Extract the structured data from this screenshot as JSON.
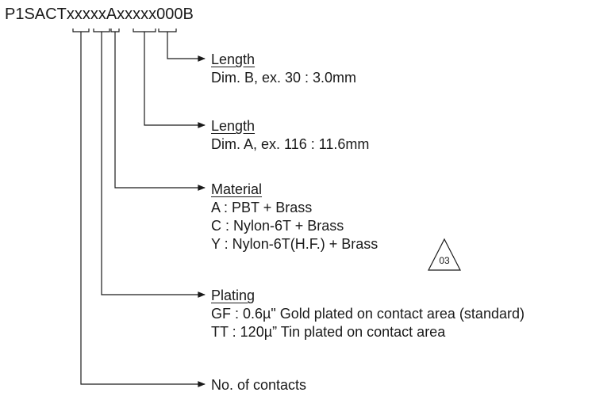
{
  "part_number": {
    "prefix": "P1SACT",
    "contacts_code": "xx",
    "plating_code": "xx",
    "material_code": "x",
    "separator": "A",
    "dim_a_code": "xxx",
    "dim_b_code": "xx",
    "suffix": "000B"
  },
  "fields": {
    "length_b": {
      "heading": "Length",
      "lines": [
        "Dim. B, ex. 30 : 3.0mm"
      ]
    },
    "length_a": {
      "heading": "Length",
      "lines": [
        "Dim. A, ex. 116 : 11.6mm"
      ]
    },
    "material": {
      "heading": "Material",
      "lines": [
        "A : PBT + Brass",
        "C : Nylon-6T + Brass",
        "Y : Nylon-6T(H.F.) + Brass"
      ]
    },
    "plating": {
      "heading": "Plating",
      "lines": [
        "GF : 0.6µ\" Gold plated on contact area (standard)",
        "TT : 120µ” Tin plated on contact area"
      ]
    },
    "contacts": {
      "heading": "No. of contacts"
    }
  },
  "revision_mark": "03"
}
